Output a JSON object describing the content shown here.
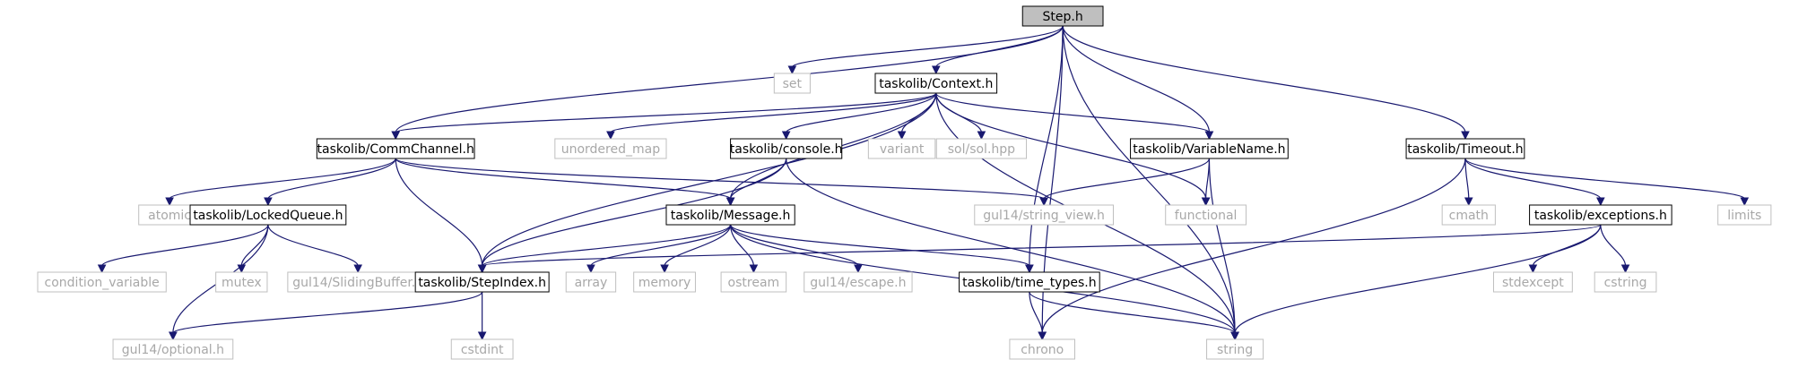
{
  "colors": {
    "edge": "#191970",
    "header_fill": "#bfbfbf",
    "node_border": "#000000",
    "system_border": "#bfbfbf",
    "system_text": "#a8a8a8",
    "node_text": "#000000"
  },
  "nodes": [
    {
      "id": "step",
      "label": "Step.h",
      "kind": "current"
    },
    {
      "id": "set",
      "label": "set",
      "kind": "system"
    },
    {
      "id": "context",
      "label": "taskolib/Context.h",
      "kind": "header"
    },
    {
      "id": "commchannel",
      "label": "taskolib/CommChannel.h",
      "kind": "header"
    },
    {
      "id": "unordered_map",
      "label": "unordered_map",
      "kind": "system"
    },
    {
      "id": "console",
      "label": "taskolib/console.h",
      "kind": "header"
    },
    {
      "id": "variant",
      "label": "variant",
      "kind": "system"
    },
    {
      "id": "solhpp",
      "label": "sol/sol.hpp",
      "kind": "system"
    },
    {
      "id": "variablename",
      "label": "taskolib/VariableName.h",
      "kind": "header"
    },
    {
      "id": "timeout",
      "label": "taskolib/Timeout.h",
      "kind": "header"
    },
    {
      "id": "atomic",
      "label": "atomic",
      "kind": "system"
    },
    {
      "id": "lockedqueue",
      "label": "taskolib/LockedQueue.h",
      "kind": "header"
    },
    {
      "id": "message",
      "label": "taskolib/Message.h",
      "kind": "header"
    },
    {
      "id": "string_view",
      "label": "gul14/string_view.h",
      "kind": "system"
    },
    {
      "id": "functional",
      "label": "functional",
      "kind": "system"
    },
    {
      "id": "cmath",
      "label": "cmath",
      "kind": "system"
    },
    {
      "id": "exceptions",
      "label": "taskolib/exceptions.h",
      "kind": "header"
    },
    {
      "id": "limits",
      "label": "limits",
      "kind": "system"
    },
    {
      "id": "condition_variable",
      "label": "condition_variable",
      "kind": "system"
    },
    {
      "id": "mutex",
      "label": "mutex",
      "kind": "system"
    },
    {
      "id": "slidingbuffer",
      "label": "gul14/SlidingBuffer.h",
      "kind": "system"
    },
    {
      "id": "stepindex",
      "label": "taskolib/StepIndex.h",
      "kind": "header"
    },
    {
      "id": "array",
      "label": "array",
      "kind": "system"
    },
    {
      "id": "memory",
      "label": "memory",
      "kind": "system"
    },
    {
      "id": "ostream",
      "label": "ostream",
      "kind": "system"
    },
    {
      "id": "escape",
      "label": "gul14/escape.h",
      "kind": "system"
    },
    {
      "id": "time_types",
      "label": "taskolib/time_types.h",
      "kind": "header"
    },
    {
      "id": "stdexcept",
      "label": "stdexcept",
      "kind": "system"
    },
    {
      "id": "cstring",
      "label": "cstring",
      "kind": "system"
    },
    {
      "id": "optional",
      "label": "gul14/optional.h",
      "kind": "system"
    },
    {
      "id": "cstdint",
      "label": "cstdint",
      "kind": "system"
    },
    {
      "id": "chrono",
      "label": "chrono",
      "kind": "system"
    },
    {
      "id": "string",
      "label": "string",
      "kind": "system"
    }
  ],
  "edges": [
    [
      "step",
      "set"
    ],
    [
      "step",
      "context"
    ],
    [
      "step",
      "commchannel"
    ],
    [
      "step",
      "variablename"
    ],
    [
      "step",
      "timeout"
    ],
    [
      "step",
      "time_types"
    ],
    [
      "step",
      "string"
    ],
    [
      "step",
      "chrono"
    ],
    [
      "context",
      "commchannel"
    ],
    [
      "context",
      "unordered_map"
    ],
    [
      "context",
      "console"
    ],
    [
      "context",
      "variant"
    ],
    [
      "context",
      "solhpp"
    ],
    [
      "context",
      "variablename"
    ],
    [
      "context",
      "functional"
    ],
    [
      "context",
      "message"
    ],
    [
      "context",
      "stepindex"
    ],
    [
      "context",
      "string"
    ],
    [
      "commchannel",
      "atomic"
    ],
    [
      "commchannel",
      "lockedqueue"
    ],
    [
      "commchannel",
      "message"
    ],
    [
      "commchannel",
      "string_view"
    ],
    [
      "commchannel",
      "stepindex"
    ],
    [
      "console",
      "message"
    ],
    [
      "console",
      "stepindex"
    ],
    [
      "console",
      "string"
    ],
    [
      "variablename",
      "string_view"
    ],
    [
      "variablename",
      "functional"
    ],
    [
      "variablename",
      "string"
    ],
    [
      "timeout",
      "cmath"
    ],
    [
      "timeout",
      "exceptions"
    ],
    [
      "timeout",
      "limits"
    ],
    [
      "timeout",
      "chrono"
    ],
    [
      "lockedqueue",
      "condition_variable"
    ],
    [
      "lockedqueue",
      "mutex"
    ],
    [
      "lockedqueue",
      "slidingbuffer"
    ],
    [
      "lockedqueue",
      "optional"
    ],
    [
      "message",
      "stepindex"
    ],
    [
      "message",
      "array"
    ],
    [
      "message",
      "memory"
    ],
    [
      "message",
      "ostream"
    ],
    [
      "message",
      "escape"
    ],
    [
      "message",
      "time_types"
    ],
    [
      "message",
      "string"
    ],
    [
      "exceptions",
      "stepindex"
    ],
    [
      "exceptions",
      "stdexcept"
    ],
    [
      "exceptions",
      "cstring"
    ],
    [
      "exceptions",
      "string"
    ],
    [
      "stepindex",
      "optional"
    ],
    [
      "stepindex",
      "cstdint"
    ],
    [
      "time_types",
      "chrono"
    ],
    [
      "time_types",
      "string"
    ]
  ]
}
